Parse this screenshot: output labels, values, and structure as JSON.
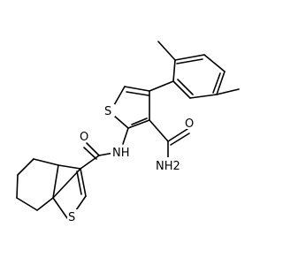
{
  "molecule": {
    "atoms": {
      "S_thiophene": "S",
      "NH": "NH",
      "O_amide": "O",
      "NH2": "NH2",
      "O_carbonyl": "O",
      "S_benzothiophene": "S"
    },
    "colors": {
      "line": "#000000",
      "background": "#ffffff"
    }
  }
}
